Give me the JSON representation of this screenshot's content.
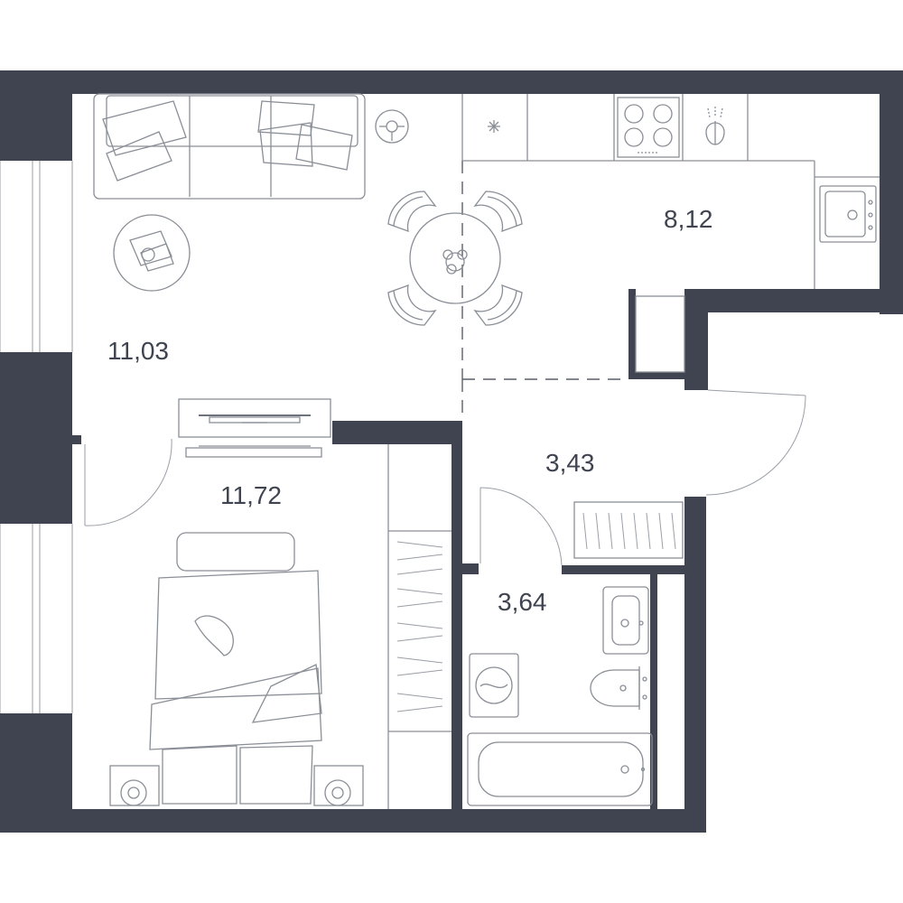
{
  "colors": {
    "wall": "#3f4450",
    "furniture_line": "#8a8e96",
    "background": "#ffffff"
  },
  "rooms": [
    {
      "id": "living",
      "area": "11,03"
    },
    {
      "id": "kitchen",
      "area": "8,12"
    },
    {
      "id": "bedroom",
      "area": "11,72"
    },
    {
      "id": "hall",
      "area": "3,43"
    },
    {
      "id": "bathroom",
      "area": "3,64"
    }
  ]
}
